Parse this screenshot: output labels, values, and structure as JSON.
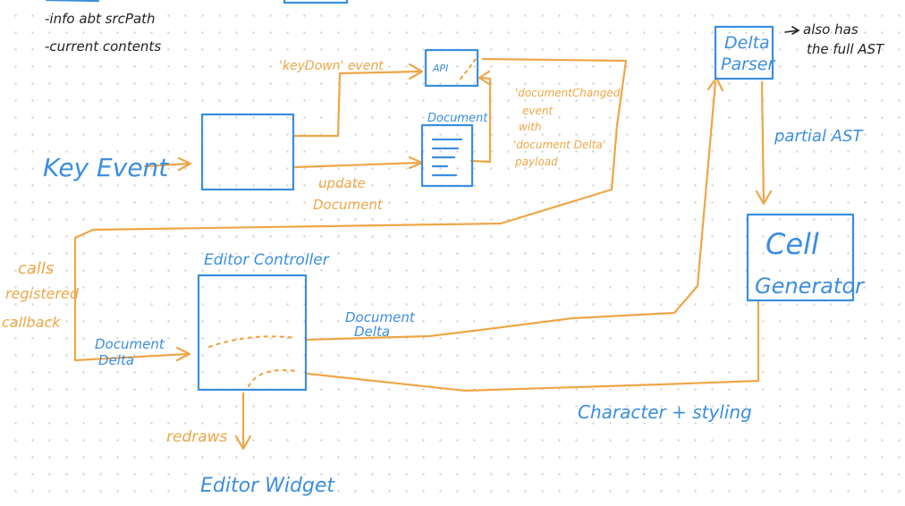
{
  "colors": {
    "blue": "#3b8ee0",
    "orange": "#eea647",
    "black": "#222222",
    "dots": "#cfcfcf"
  },
  "notes": {
    "line1": "-info abt srcPath",
    "line2": "-current contents",
    "delta_parser_note_1": "also has",
    "delta_parser_note_2": "the full AST"
  },
  "nodes": {
    "key_event": "Key Event",
    "api": "API",
    "document": "Document",
    "editor_controller": "Editor Controller",
    "delta_parser_1": "Delta",
    "delta_parser_2": "Parser",
    "cell_generator_1": "Cell",
    "cell_generator_2": "Generator",
    "editor_widget": "Editor Widget"
  },
  "edges": {
    "keydown_event": "'keyDown' event",
    "doc_changed_1": "'documentChanged'",
    "doc_changed_2": "event",
    "doc_changed_3": "with",
    "doc_changed_4": "'document Delta'",
    "doc_changed_5": "payload",
    "update_1": "update",
    "update_2": "Document",
    "partial_ast": "partial AST",
    "calls_1": "calls",
    "calls_2": "registered",
    "calls_3": "callback",
    "doc_delta_in_1": "Document",
    "doc_delta_in_2": "Delta",
    "doc_delta_out_1": "Document",
    "doc_delta_out_2": "Delta",
    "char_styling": "Character + styling",
    "redraws": "redraws"
  }
}
